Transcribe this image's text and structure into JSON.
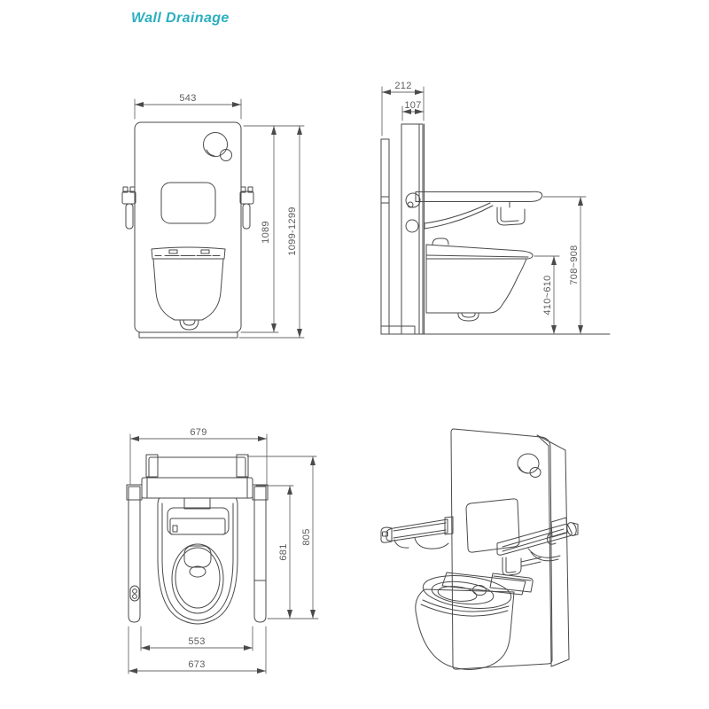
{
  "title": {
    "text": "Wall Drainage"
  },
  "colors": {
    "accent": "#2bafc0",
    "line": "#4a4a4a",
    "dim_text": "#5c5c5c",
    "background": "#ffffff"
  },
  "views": {
    "front": {
      "label": "front elevation",
      "dims": {
        "width": "543",
        "panel_height": "1089",
        "total_height": "1099-1299"
      }
    },
    "side": {
      "label": "side elevation",
      "dims": {
        "total_depth": "212",
        "panel_depth": "107",
        "seat_height_range": "410~610",
        "armrest_height_range": "708~908"
      }
    },
    "top": {
      "label": "plan view",
      "dims": {
        "top_width": "679",
        "inner_depth": "681",
        "total_depth": "805",
        "inner_width": "553",
        "outer_width": "673"
      }
    },
    "iso": {
      "label": "isometric view"
    }
  }
}
